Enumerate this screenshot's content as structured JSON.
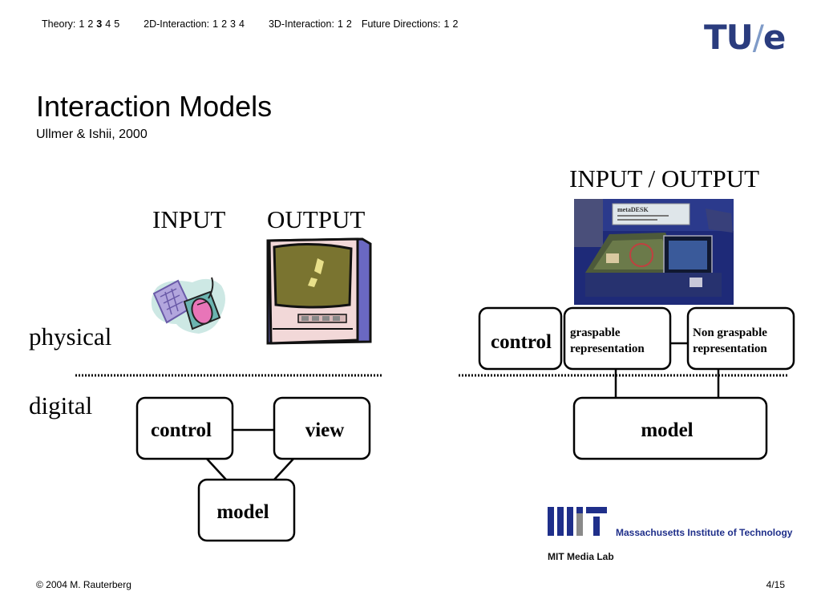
{
  "nav": {
    "theory": {
      "label": "Theory:",
      "pages": [
        "1",
        "2",
        "3",
        "4",
        "5"
      ],
      "current": "3"
    },
    "interaction_2d": {
      "label": "2D-Interaction:",
      "pages": [
        "1",
        "2",
        "3",
        "4"
      ]
    },
    "interaction_3d": {
      "label": "3D-Interaction:",
      "pages": [
        "1",
        "2"
      ]
    },
    "future": {
      "label": "Future Directions:",
      "pages": [
        "1",
        "2"
      ]
    }
  },
  "logo": {
    "tu": "TU",
    "slash": "/",
    "e": "e"
  },
  "slide": {
    "title": "Interaction Models",
    "subtitle": "Ullmer & Ishii, 2000"
  },
  "left_diagram": {
    "input_label": "INPUT",
    "output_label": "OUTPUT",
    "physical_label": "physical",
    "digital_label": "digital",
    "control": "control",
    "view": "view",
    "model": "model"
  },
  "right_diagram": {
    "io_label": "INPUT / OUTPUT",
    "control": "control",
    "graspable_line1": "graspable",
    "graspable_line2": "representation",
    "nongraspable_line1": "Non graspable",
    "nongraspable_line2": "representation",
    "model": "model",
    "photo_sign": "metaDESK"
  },
  "mit": {
    "name": "Massachusetts Institute of Technology",
    "lab": "MIT Media Lab"
  },
  "footer": {
    "copyright": "© 2004 M. Rauterberg",
    "page": "4/15"
  },
  "colors": {
    "logo_blue": "#2a3c7e",
    "mit_blue": "#1f2f8a",
    "mit_gray": "#8a8a8a"
  }
}
